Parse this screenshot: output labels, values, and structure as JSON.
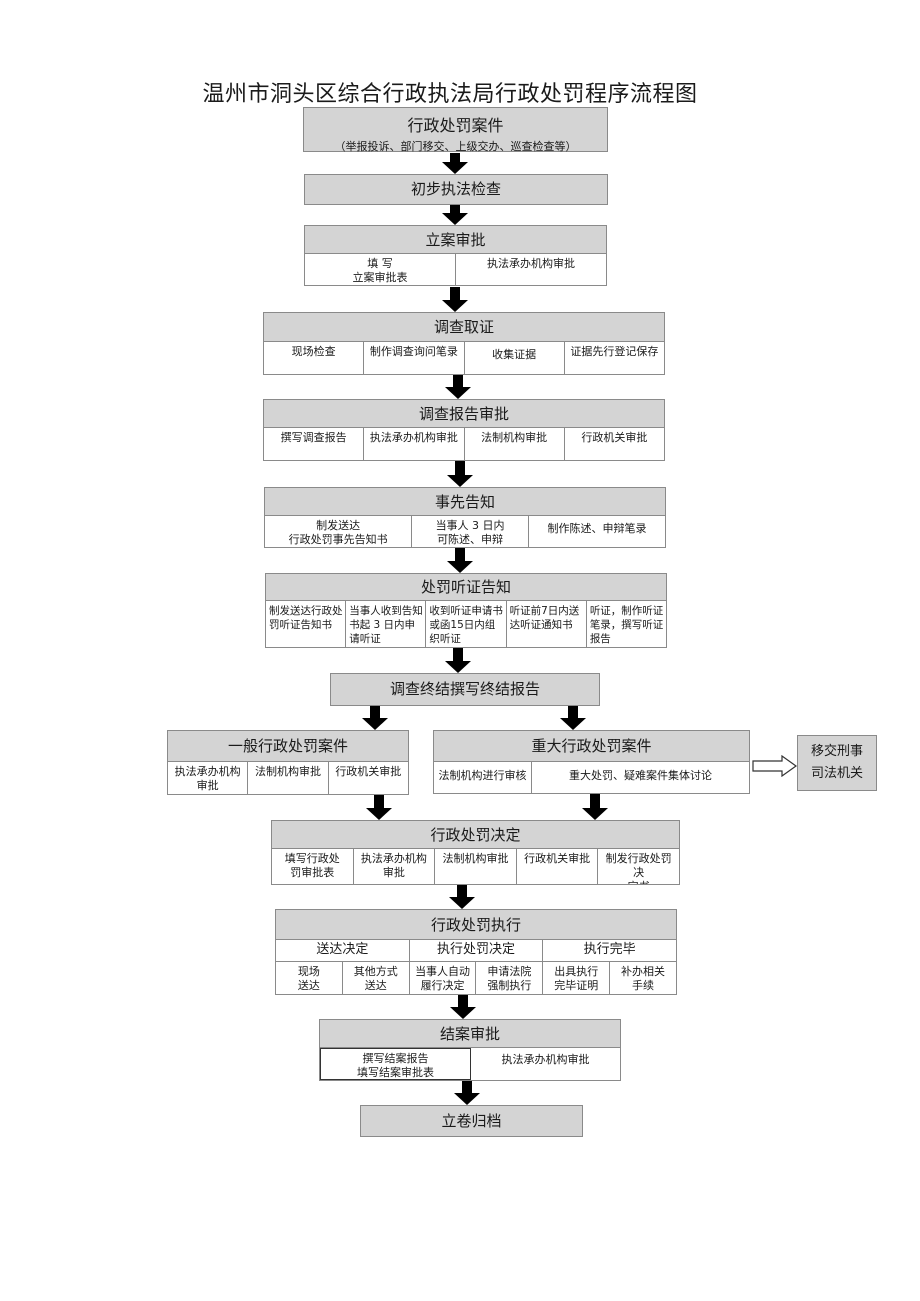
{
  "title": "温州市洞头区综合行政执法局行政处罚程序流程图",
  "case": {
    "title": "行政处罚案件",
    "subtitle": "（举报投诉、部门移交、上级交办、巡查检查等）"
  },
  "preliminary": {
    "title": "初步执法检查"
  },
  "filing": {
    "title": "立案审批",
    "cells": [
      "填    写\n立案审批表",
      "执法承办机构审批"
    ]
  },
  "investigation": {
    "title": "调查取证",
    "cells": [
      "现场检查",
      "制作调查询问笔录",
      "收集证据",
      "证据先行登记保存"
    ]
  },
  "report_approval": {
    "title": "调查报告审批",
    "cells": [
      "撰写调查报告",
      "执法承办机构审批",
      "法制机构审批",
      "行政机关审批"
    ]
  },
  "prior_notice": {
    "title": "事先告知",
    "cells": [
      "制发送达\n行政处罚事先告知书",
      "当事人 3 日内\n可陈述、申辩",
      "制作陈述、申辩笔录"
    ]
  },
  "hearing_notice": {
    "title": "处罚听证告知",
    "cells": [
      "制发送达行政处罚听证告知书",
      "当事人收到告知书起 3 日内申请听证",
      "收到听证申请书或函15日内组织听证",
      "听证前7日内送达听证通知书",
      "听证，制作听证笔录，撰写听证报告"
    ]
  },
  "final_report": {
    "title": "调查终结撰写终结报告"
  },
  "general_case": {
    "title": "一般行政处罚案件",
    "cells": [
      "执法承办机构\n审批",
      "法制机构审批",
      "行政机关审批"
    ]
  },
  "major_case": {
    "title": "重大行政处罚案件",
    "cells": [
      "法制机构进行审核",
      "重大处罚、疑难案件集体讨论"
    ]
  },
  "transfer": {
    "line1": "移交刑事",
    "line2": "司法机关"
  },
  "decision": {
    "title": "行政处罚决定",
    "cells": [
      "填写行政处\n罚审批表",
      "执法承办机构\n审批",
      "法制机构审批",
      "行政机关审批",
      "制发行政处罚决\n定书"
    ]
  },
  "execution": {
    "title": "行政处罚执行",
    "groups": [
      "送达决定",
      "执行处罚决定",
      "执行完毕"
    ],
    "cells": [
      "现场\n送达",
      "其他方式\n送达",
      "当事人自动\n履行决定",
      "申请法院\n强制执行",
      "出具执行\n完毕证明",
      "补办相关\n手续"
    ]
  },
  "closing": {
    "title": "结案审批",
    "cells": [
      "撰写结案报告\n填写结案审批表",
      "执法承办机构审批"
    ]
  },
  "archive": {
    "title": "立卷归档"
  },
  "colors": {
    "header_fill": "#d4d4d4",
    "border": "#8a8a8a",
    "arrow": "#000000"
  }
}
